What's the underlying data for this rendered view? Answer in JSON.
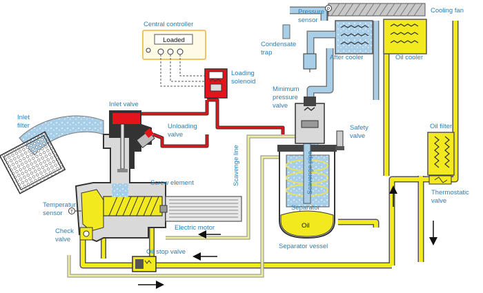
{
  "labels": {
    "inlet_filter": [
      "Inlet",
      "filter"
    ],
    "inlet_valve": "Inlet valve",
    "central_controller": "Central controller",
    "controller_display": "Loaded",
    "loading_solenoid": [
      "Loading",
      "solenoid"
    ],
    "unloading_valve": [
      "Unloading",
      "valve"
    ],
    "pressure_sensor": [
      "Pressure",
      "sensor"
    ],
    "cooling_fan": "Cooling fan",
    "condensate_trap": [
      "Condensate",
      "trap"
    ],
    "after_cooler": "After cooler",
    "oil_cooler": "Oil cooler",
    "minimum_pressure_valve": [
      "Minimum",
      "pressure",
      "valve"
    ],
    "safety_valve": [
      "Safety",
      "valve"
    ],
    "scavenge_line": "Scavenge line",
    "scavenge_pipe": "Scavenge pipe",
    "screw_element": "Screw element",
    "oil_filter": "Oil filter",
    "temperature_sensor": [
      "Temperatur",
      "sensor"
    ],
    "separator": "Separator",
    "oil": "Oil",
    "thermostatic_valve": [
      "Thermostatic",
      "valve"
    ],
    "electric_motor": "Electric motor",
    "check_valve": [
      "Check",
      "valve"
    ],
    "oil_stop_valve": "Oil stop valve",
    "separator_vessel": "Separator vessel",
    "pressure_sensor_symbol": "P",
    "temperature_sensor_symbol": "T"
  },
  "colors": {
    "label": "#2a7fb8",
    "air": "#a9cfe8",
    "oil": "#f2ea1f",
    "control_line": "#e4141b",
    "scavenge": "#eeeea0",
    "controller_border": "#f0b030"
  }
}
